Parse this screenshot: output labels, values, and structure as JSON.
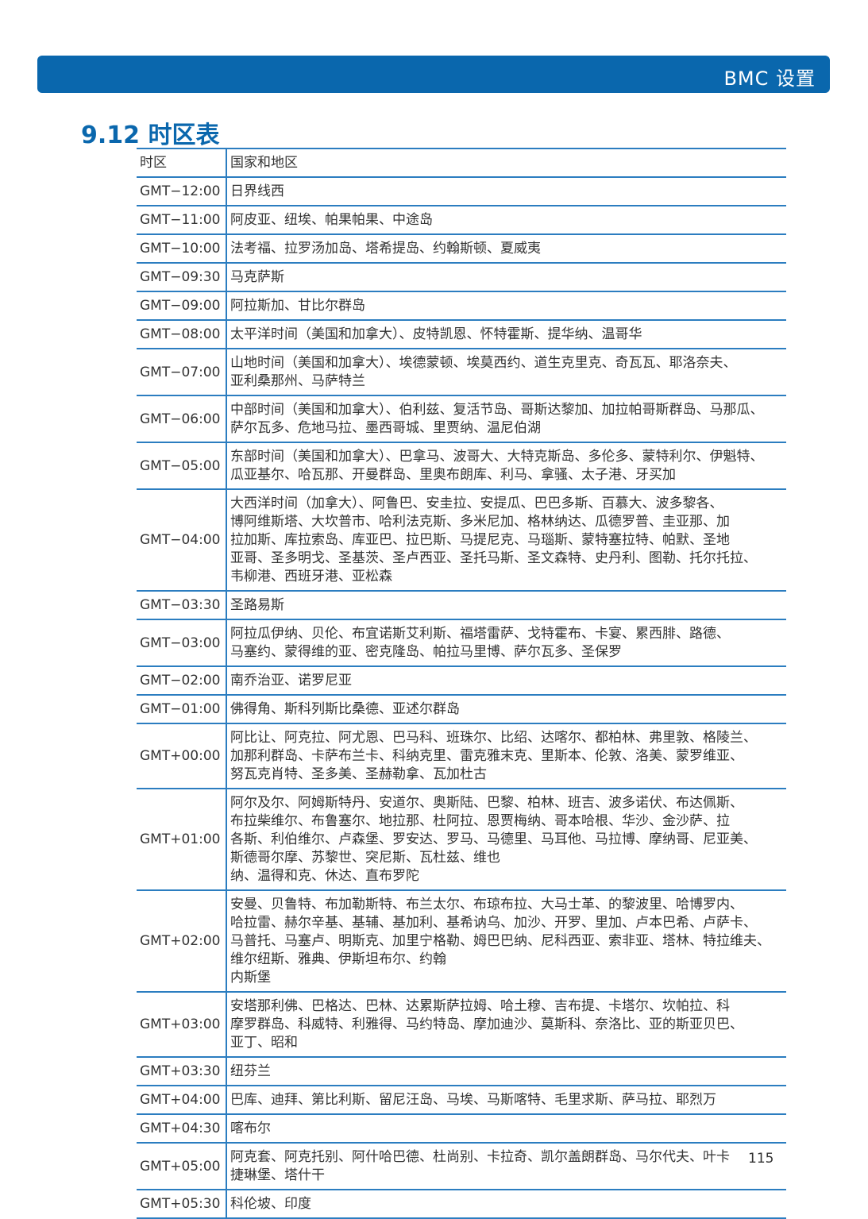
{
  "header": {
    "section": "BMC 设置"
  },
  "title": "9.12 时区表",
  "table": {
    "headers": [
      "时区",
      "国家和地区"
    ],
    "rows": [
      {
        "tz": "GMT−12:00",
        "lines": [
          "日界线西"
        ]
      },
      {
        "tz": "GMT−11:00",
        "lines": [
          "阿皮亚、纽埃、帕果帕果、中途岛"
        ]
      },
      {
        "tz": "GMT−10:00",
        "lines": [
          "法考福、拉罗汤加岛、塔希提岛、约翰斯顿、夏威夷"
        ]
      },
      {
        "tz": "GMT−09:30",
        "lines": [
          "马克萨斯"
        ]
      },
      {
        "tz": "GMT−09:00",
        "lines": [
          "阿拉斯加、甘比尔群岛"
        ]
      },
      {
        "tz": "GMT−08:00",
        "lines": [
          "太平洋时间（美国和加拿大）、皮特凯恩、怀特霍斯、提华纳、温哥华"
        ]
      },
      {
        "tz": "GMT−07:00",
        "lines": [
          "山地时间（美国和加拿大）、埃德蒙顿、埃莫西约、道生克里克、奇瓦瓦、耶洛奈夫、",
          "亚利桑那州、马萨特兰"
        ]
      },
      {
        "tz": "GMT−06:00",
        "lines": [
          "中部时间（美国和加拿大）、伯利兹、复活节岛、哥斯达黎加、加拉帕哥斯群岛、马那瓜、",
          "萨尔瓦多、危地马拉、墨西哥城、里贾纳、温尼伯湖"
        ]
      },
      {
        "tz": "GMT−05:00",
        "lines": [
          "东部时间（美国和加拿大）、巴拿马、波哥大、大特克斯岛、多伦多、蒙特利尔、伊魁特、",
          "瓜亚基尔、哈瓦那、开曼群岛、里奥布朗库、利马、拿骚、太子港、牙买加"
        ]
      },
      {
        "tz": "GMT−04:00",
        "lines": [
          "大西洋时间（加拿大）、阿鲁巴、安圭拉、安提瓜、巴巴多斯、百慕大、波多黎各、",
          "博阿维斯塔、大坎普市、哈利法克斯、多米尼加、格林纳达、瓜德罗普、圭亚那、加",
          "拉加斯、库拉索岛、库亚巴、拉巴斯、马提尼克、马瑙斯、蒙特塞拉特、帕默、圣地",
          "亚哥、圣多明戈、圣基茨、圣卢西亚、圣托马斯、圣文森特、史丹利、图勒、托尔托拉、",
          "韦柳港、西班牙港、亚松森"
        ]
      },
      {
        "tz": "GMT−03:30",
        "lines": [
          "圣路易斯"
        ]
      },
      {
        "tz": "GMT−03:00",
        "lines": [
          "阿拉瓜伊纳、贝伦、布宜诺斯艾利斯、福塔雷萨、戈特霍布、卡宴、累西腓、路德、",
          "马塞约、蒙得维的亚、密克隆岛、帕拉马里博、萨尔瓦多、圣保罗"
        ]
      },
      {
        "tz": "GMT−02:00",
        "lines": [
          "南乔治亚、诺罗尼亚"
        ]
      },
      {
        "tz": "GMT−01:00",
        "lines": [
          "佛得角、斯科列斯比桑德、亚述尔群岛"
        ]
      },
      {
        "tz": "GMT+00:00",
        "lines": [
          "阿比让、阿克拉、阿尤恩、巴马科、班珠尔、比绍、达喀尔、都柏林、弗里敦、格陵兰、",
          "加那利群岛、卡萨布兰卡、科纳克里、雷克雅末克、里斯本、伦敦、洛美、蒙罗维亚、",
          "努瓦克肖特、圣多美、圣赫勒拿、瓦加杜古"
        ]
      },
      {
        "tz": "GMT+01:00",
        "lines": [
          "阿尔及尔、阿姆斯特丹、安道尔、奥斯陆、巴黎、柏林、班吉、波多诺伏、布达佩斯、",
          "布拉柴维尔、布鲁塞尔、地拉那、杜阿拉、恩贾梅纳、哥本哈根、华沙、金沙萨、拉",
          "各斯、利伯维尔、卢森堡、罗安达、罗马、马德里、马耳他、马拉博、摩纳哥、尼亚美、",
          "斯德哥尔摩、苏黎世、突尼斯、瓦杜兹、维也",
          "纳、温得和克、休达、直布罗陀"
        ]
      },
      {
        "tz": "GMT+02:00",
        "lines": [
          "安曼、贝鲁特、布加勒斯特、布兰太尔、布琼布拉、大马士革、的黎波里、哈博罗内、",
          "哈拉雷、赫尔辛基、基辅、基加利、基希讷乌、加沙、开罗、里加、卢本巴希、卢萨卡、",
          "马普托、马塞卢、明斯克、加里宁格勒、姆巴巴纳、尼科西亚、索非亚、塔林、特拉维夫、",
          "维尔纽斯、雅典、伊斯坦布尔、约翰",
          "内斯堡"
        ]
      },
      {
        "tz": "GMT+03:00",
        "lines": [
          "安塔那利佛、巴格达、巴林、达累斯萨拉姆、哈土穆、吉布提、卡塔尔、坎帕拉、科",
          "摩罗群岛、科威特、利雅得、马约特岛、摩加迪沙、莫斯科、奈洛比、亚的斯亚贝巴、",
          "亚丁、昭和"
        ]
      },
      {
        "tz": "GMT+03:30",
        "lines": [
          "纽芬兰"
        ]
      },
      {
        "tz": "GMT+04:00",
        "lines": [
          "巴库、迪拜、第比利斯、留尼汪岛、马埃、马斯喀特、毛里求斯、萨马拉、耶烈万"
        ]
      },
      {
        "tz": "GMT+04:30",
        "lines": [
          "喀布尔"
        ]
      },
      {
        "tz": "GMT+05:00",
        "lines": [
          "阿克套、阿克托别、阿什哈巴德、杜尚别、卡拉奇、凯尔盖朗群岛、马尔代夫、叶卡",
          "捷琳堡、塔什干"
        ]
      },
      {
        "tz": "GMT+05:30",
        "lines": [
          "科伦坡、印度"
        ]
      }
    ]
  },
  "page_number": "115"
}
